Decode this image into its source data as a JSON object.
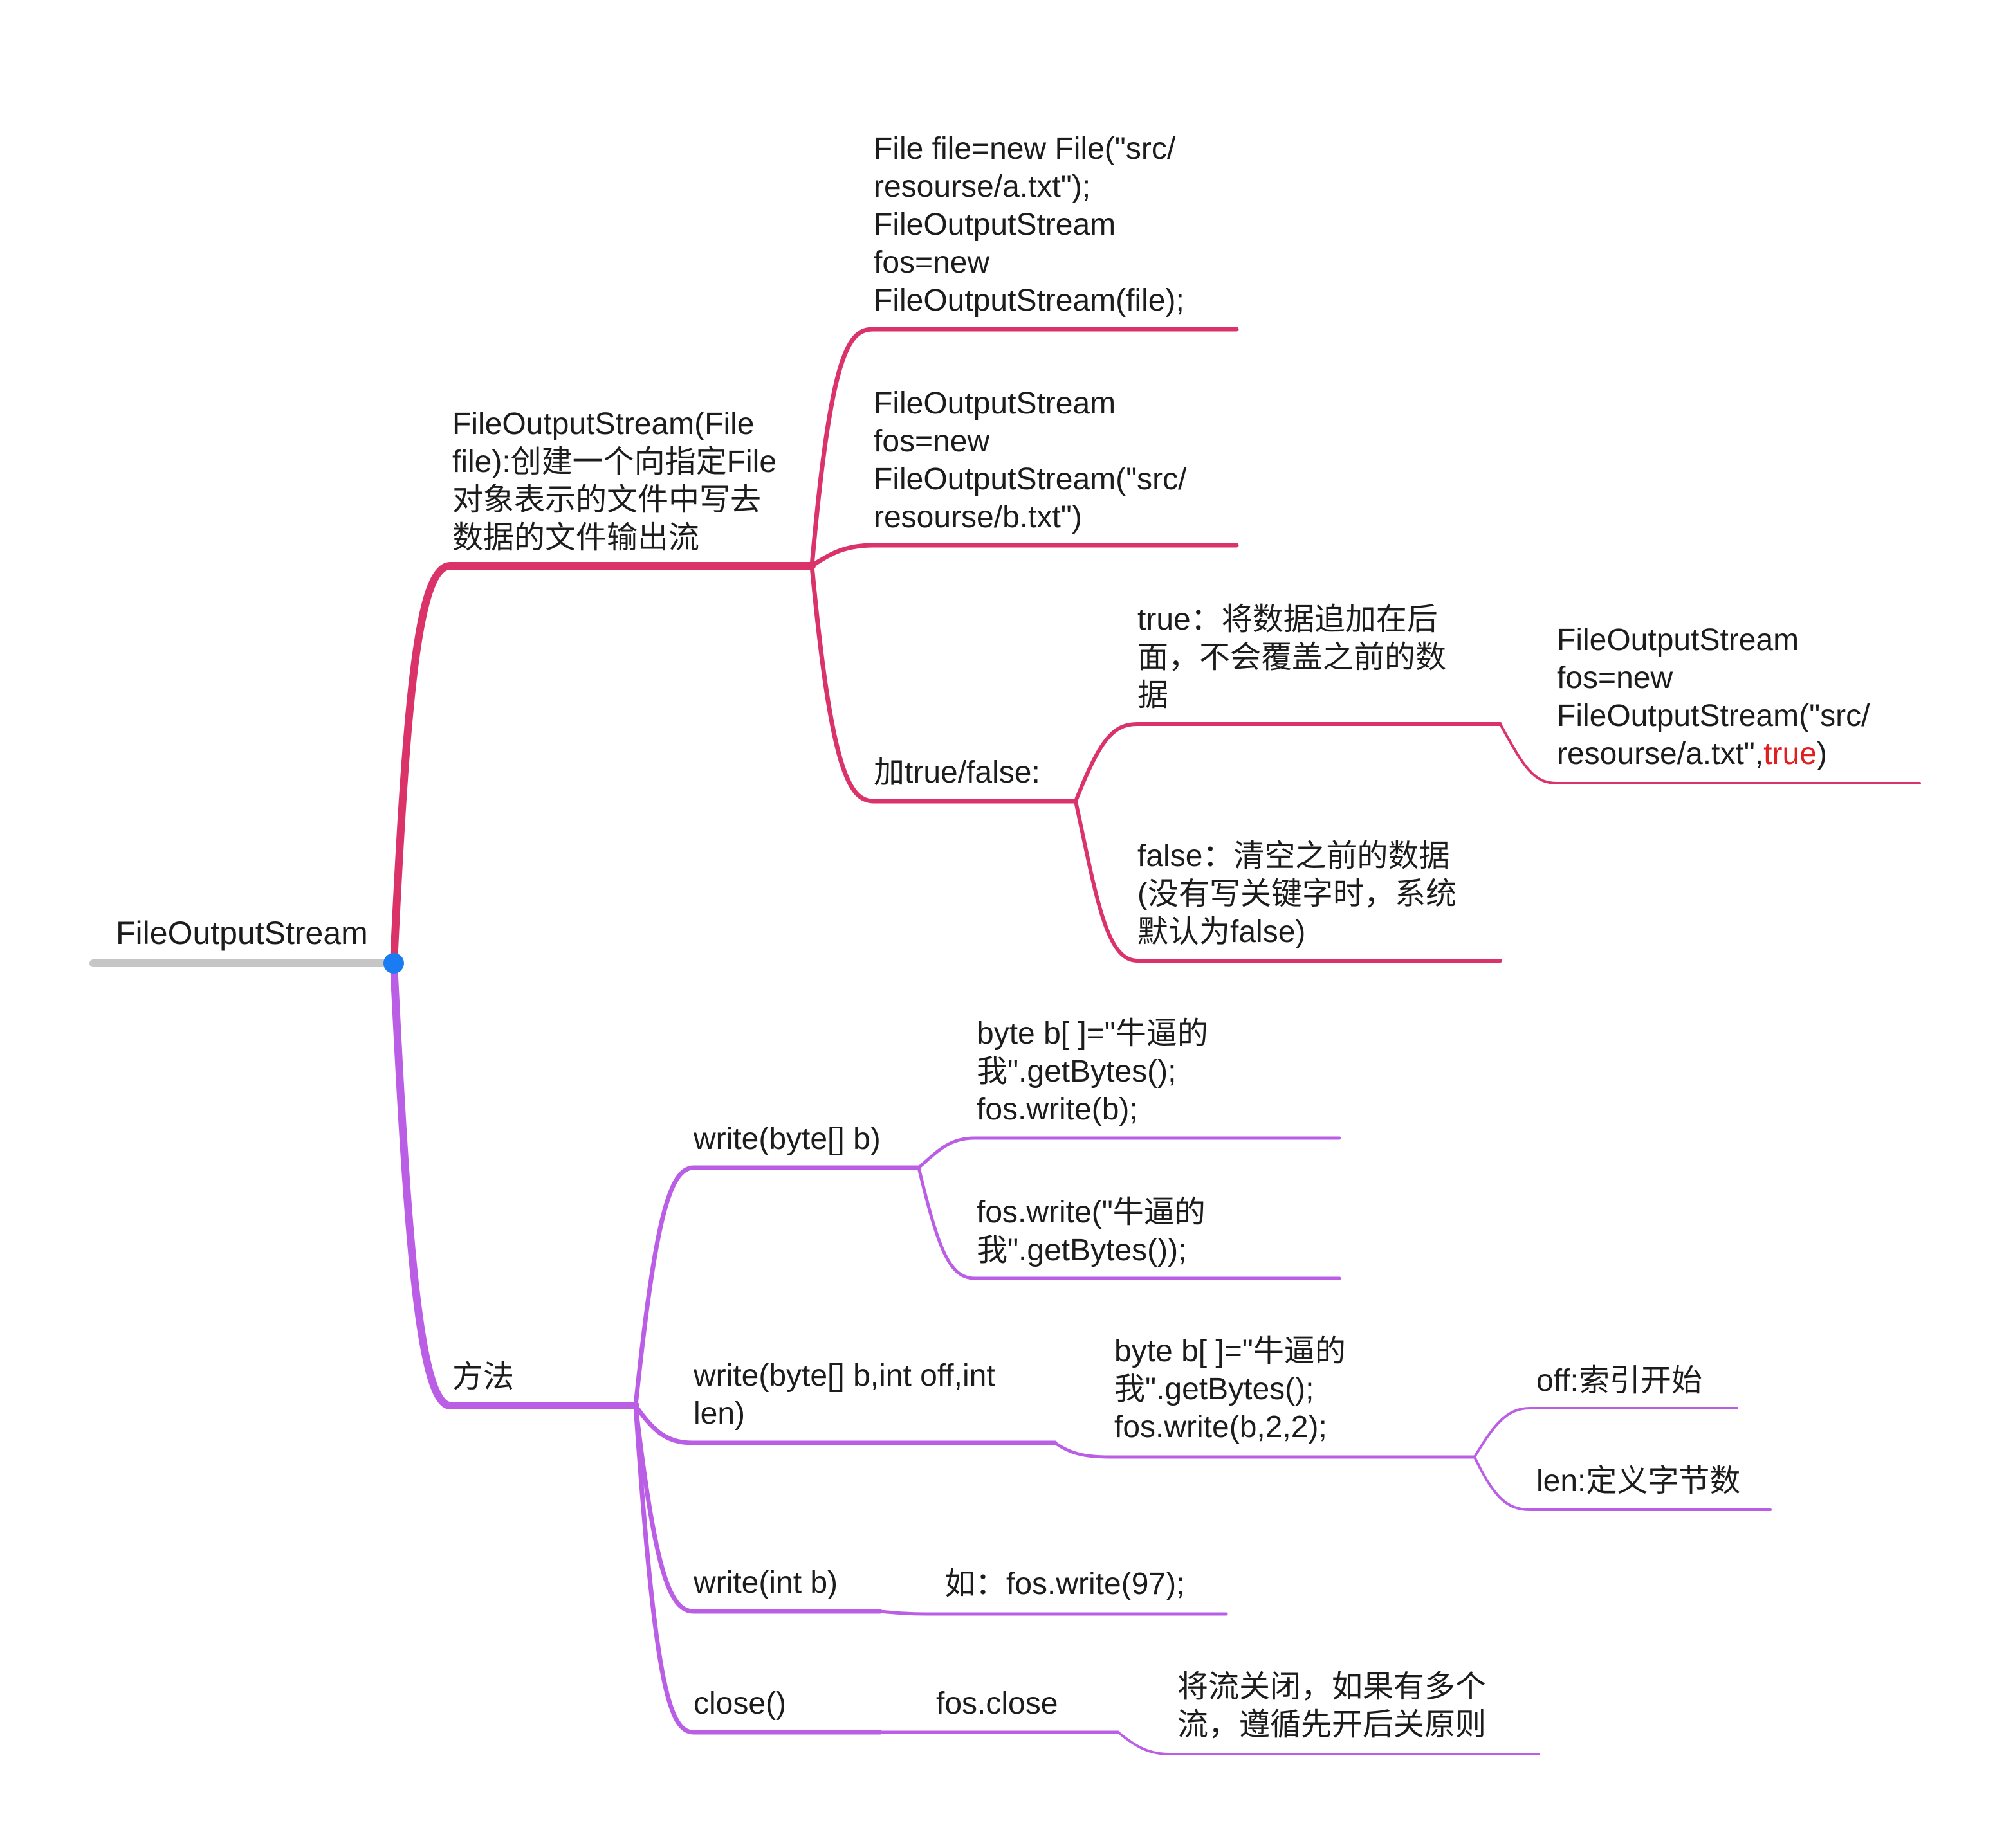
{
  "colors": {
    "root_line": "#c6c6c6",
    "root_dot": "#1a7cf2",
    "branch_constructor": "#d9336a",
    "branch_methods": "#bb5ee6",
    "highlight_text": "#e02020"
  },
  "root": {
    "label": "FileOutputStream"
  },
  "constructor": {
    "label": "FileOutputStream(File\nfile):创建一个向指定File\n对象表示的文件中写去\n数据的文件输出流",
    "example_file": "File file=new File(\"src/\nresourse/a.txt\");\nFileOutputStream\nfos=new\nFileOutputStream(file);",
    "example_path": "FileOutputStream\nfos=new\nFileOutputStream(\"src/\nresourse/b.txt\")",
    "append": {
      "label": "加true/false:",
      "true_desc": "true：将数据追加在后\n面，不会覆盖之前的数\n据",
      "true_code": "FileOutputStream\n fos=new\nFileOutputStream(\"src/\nresourse/a.txt\",",
      "true_code_highlight": "true",
      "true_code_end": ")",
      "false_desc": "false：清空之前的数据\n(没有写关键字时，系统\n默认为false)"
    }
  },
  "methods": {
    "label": "方法",
    "write_bytes": {
      "label": "write(byte[] b)",
      "example1": "byte b[ ]=\"牛逼的\n我\".getBytes();\nfos.write(b);",
      "example2": "fos.write(\"牛逼的\n我\".getBytes());"
    },
    "write_range": {
      "label": "write(byte[] b,int off,int\nlen)",
      "example": "byte b[ ]=\"牛逼的\n我\".getBytes();\nfos.write(b,2,2);",
      "off": "off:索引开始",
      "len": "len:定义字节数"
    },
    "write_int": {
      "label": "write(int b)",
      "example": "如：fos.write(97);"
    },
    "close": {
      "label": "close()",
      "call": "fos.close",
      "note": "将流关闭，如果有多个\n流，遵循先开后关原则"
    }
  }
}
